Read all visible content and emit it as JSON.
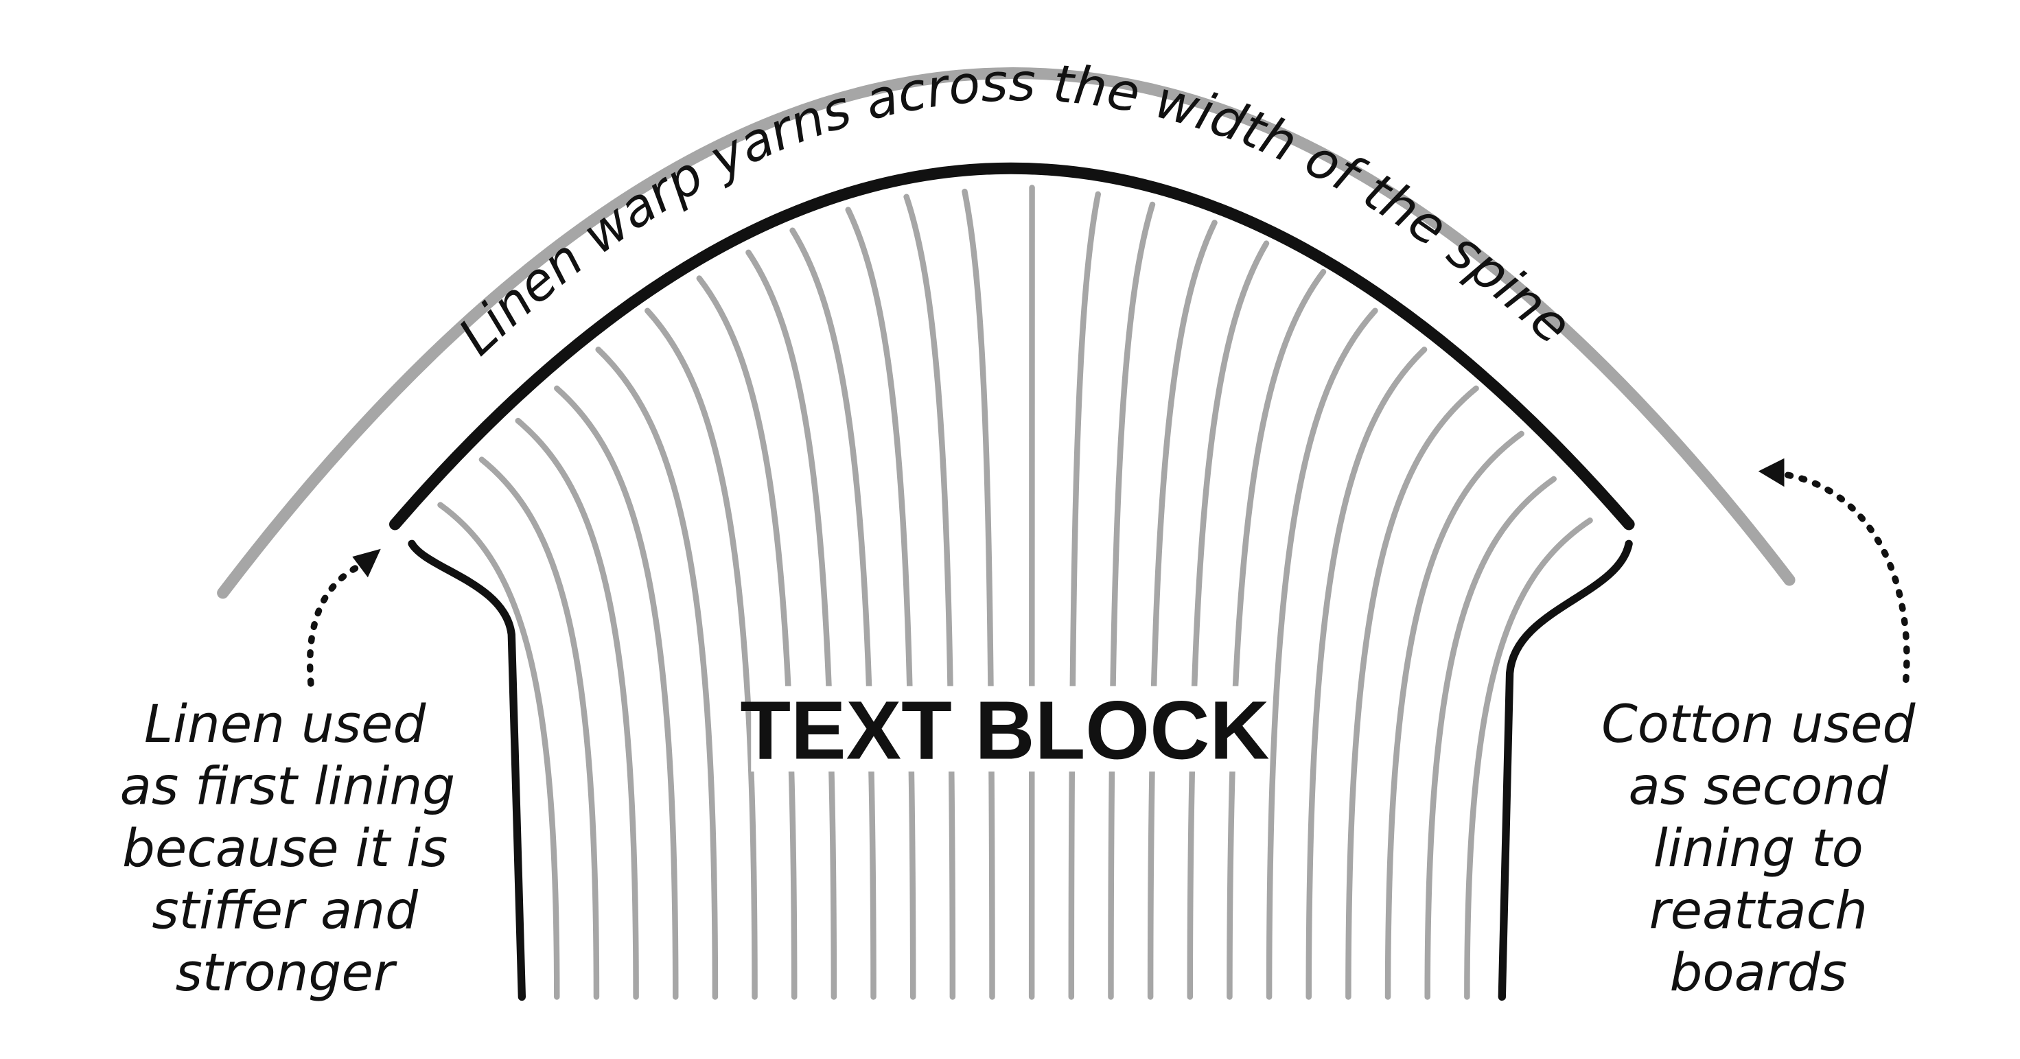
{
  "diagram": {
    "arc_label": "Linen warp yarns across the width of the spine",
    "center_label": "TEXT BLOCK",
    "left_note": [
      "Linen used",
      "as first lining",
      "because it is",
      "stiffer and",
      "stronger"
    ],
    "right_note": [
      "Cotton used",
      "as second",
      "lining to",
      "reattach",
      "boards"
    ],
    "colors": {
      "black": "#111111",
      "gray": "#a6a6a6",
      "background": "#ffffff"
    }
  }
}
